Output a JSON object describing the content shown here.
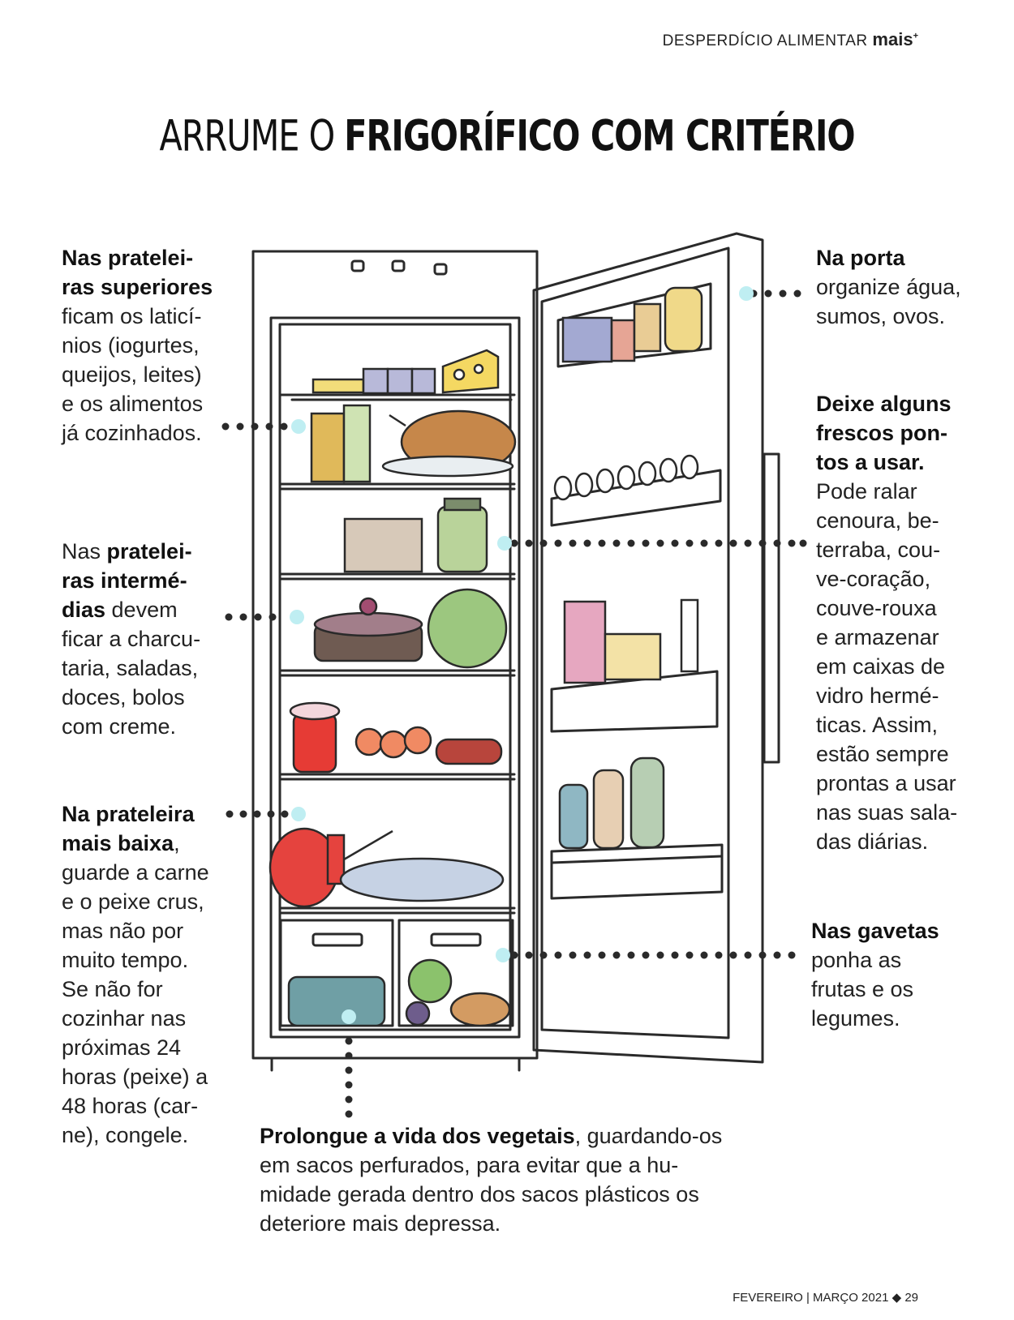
{
  "header": {
    "section": "DESPERDÍCIO ALIMENTAR",
    "brand": "mais",
    "brand_mark": "+"
  },
  "title": {
    "part1": "ARRUME O",
    "part2": "FRIGORÍFICO COM CRITÉRIO"
  },
  "notes": {
    "upper": {
      "bold": "Nas pratelei-\nras superiores",
      "text": "ficam os laticí-\nnios (iogurtes,\nqueijos, leites)\ne os alimentos\njá cozinhados."
    },
    "middle": {
      "pre": "Nas ",
      "bold": "pratelei-\nras intermé-\ndias",
      "text": " devem\nficar a charcu-\ntaria, saladas,\ndoces, bolos\ncom creme."
    },
    "lowest": {
      "bold": "Na prateleira\nmais baixa",
      "text": ",\nguarde a carne\ne o peixe crus,\nmas não por\nmuito tempo.\nSe não for\ncozinhar nas\npróximas 24\nhoras (peixe) a\n48 horas (car-\nne), congele."
    },
    "door": {
      "bold": "Na porta",
      "text": "organize água,\nsumos, ovos."
    },
    "fresh": {
      "bold": "Deixe alguns\nfrescos pon-\ntos a usar.",
      "text": "Pode ralar\ncenoura, be-\nterraba, cou-\nve-coração,\ncouve-rouxa\ne armazenar\nem caixas de\nvidro hermé-\nticas. Assim,\nestão sempre\nprontas a usar\nnas suas sala-\ndas diárias."
    },
    "drawers": {
      "bold": "Nas gavetas",
      "text": "ponha as\nfrutas e os\nlegumes."
    },
    "vegetables": {
      "bold": "Prolongue a vida dos vegetais",
      "text": ", guardando-os\nem sacos perfurados, para evitar que a hu-\nmidade gerada dentro dos sacos plásticos os\ndeteriore mais depressa."
    }
  },
  "footer": {
    "issue": "FEVEREIRO | MARÇO 2021",
    "separator": "◆",
    "page": "29"
  },
  "colors": {
    "dot": "#bfeef2",
    "line": "#2a2a2a",
    "text": "#222222"
  }
}
